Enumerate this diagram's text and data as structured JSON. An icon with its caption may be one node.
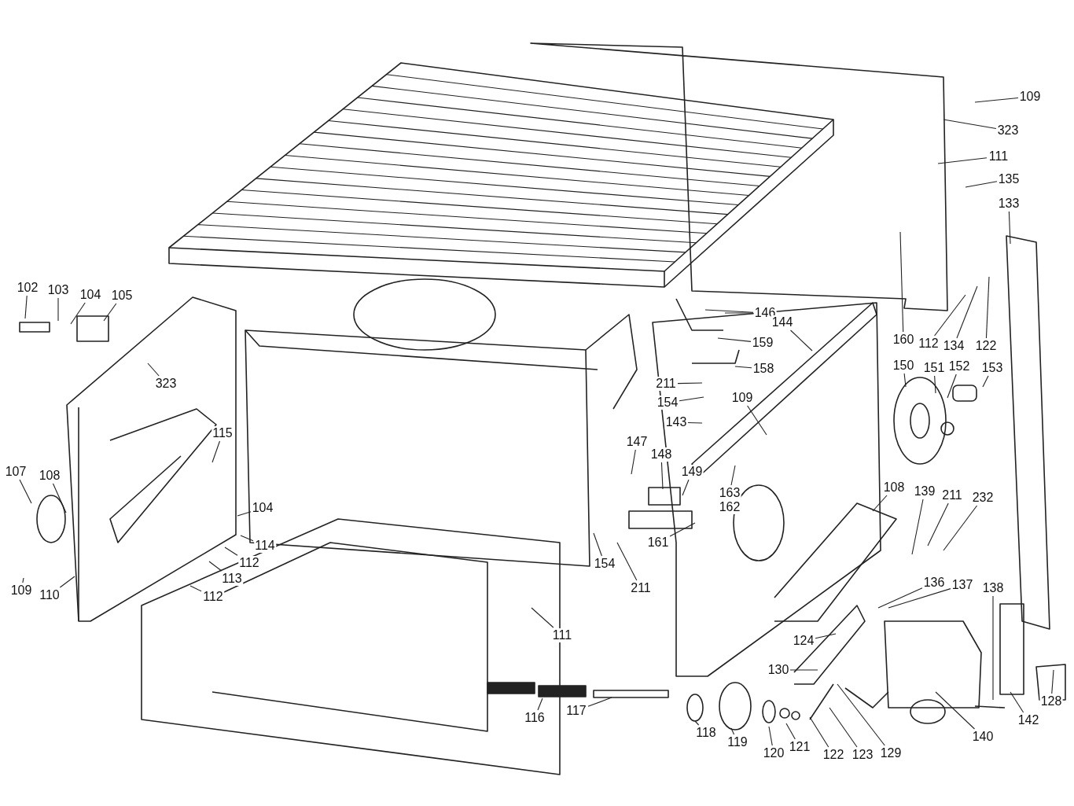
{
  "diagram": {
    "nodes": [
      {
        "text": [
          "102"
        ]
      },
      {
        "text": [
          "103"
        ]
      },
      {
        "text": [
          "104"
        ]
      },
      {
        "text": [
          "105"
        ]
      },
      {
        "text": [
          "323"
        ]
      },
      {
        "text": [
          "115"
        ]
      },
      {
        "text": [
          "107"
        ]
      },
      {
        "text": [
          "108"
        ]
      },
      {
        "text": [
          "104"
        ]
      },
      {
        "text": [
          "114"
        ]
      },
      {
        "text": [
          "112"
        ]
      },
      {
        "text": [
          "113"
        ]
      },
      {
        "text": [
          "112"
        ]
      },
      {
        "text": [
          "109"
        ]
      },
      {
        "text": [
          "110"
        ]
      },
      {
        "text": [
          "147"
        ]
      },
      {
        "text": [
          "148"
        ]
      },
      {
        "text": [
          "149"
        ]
      },
      {
        "text": [
          "146"
        ]
      },
      {
        "text": [
          "159"
        ]
      },
      {
        "text": [
          "158"
        ]
      },
      {
        "text": [
          "211"
        ]
      },
      {
        "text": [
          "154"
        ]
      },
      {
        "text": [
          "143"
        ]
      },
      {
        "text": [
          "109"
        ]
      },
      {
        "text": [
          "163"
        ]
      },
      {
        "text": [
          "161"
        ]
      },
      {
        "text": [
          "154"
        ]
      },
      {
        "text": [
          "211"
        ]
      },
      {
        "text": [
          "144"
        ]
      },
      {
        "text": [
          "109"
        ]
      },
      {
        "text": [
          "323"
        ]
      },
      {
        "text": [
          "111"
        ]
      },
      {
        "text": [
          "135"
        ]
      },
      {
        "text": [
          "133"
        ]
      },
      {
        "text": [
          "160"
        ]
      },
      {
        "text": [
          "112"
        ]
      },
      {
        "text": [
          "134"
        ]
      },
      {
        "text": [
          "122"
        ]
      },
      {
        "text": [
          "150"
        ]
      },
      {
        "text": [
          "151"
        ]
      },
      {
        "text": [
          "152"
        ]
      },
      {
        "text": [
          "153"
        ]
      },
      {
        "text": [
          "108"
        ]
      },
      {
        "text": [
          "139"
        ]
      },
      {
        "text": [
          "211"
        ]
      },
      {
        "text": [
          "232"
        ]
      },
      {
        "text": [
          "136"
        ]
      },
      {
        "text": [
          "137"
        ]
      },
      {
        "text": [
          "138"
        ]
      },
      {
        "text": [
          "124"
        ]
      },
      {
        "text": [
          "130"
        ]
      },
      {
        "text": [
          "128"
        ]
      },
      {
        "text": [
          "142"
        ]
      },
      {
        "text": [
          "140"
        ]
      },
      {
        "text": [
          "129"
        ]
      },
      {
        "text": [
          "123"
        ]
      },
      {
        "text": [
          "122"
        ]
      },
      {
        "text": [
          "121"
        ]
      },
      {
        "text": [
          "120"
        ]
      },
      {
        "text": [
          "119"
        ]
      },
      {
        "text": [
          "118"
        ]
      },
      {
        "text": [
          "117"
        ]
      },
      {
        "text": [
          "116"
        ]
      },
      {
        "text": [
          "111"
        ]
      },
      {
        "text": [
          "162"
        ]
      }
    ],
    "edges": [
      {
        "from": 0,
        "to": null,
        "arrow": "none"
      },
      {
        "from": 1,
        "to": null,
        "arrow": "none"
      },
      {
        "from": 2,
        "to": null,
        "arrow": "none"
      },
      {
        "from": 3,
        "to": null,
        "arrow": "none"
      },
      {
        "from": 4,
        "to": null,
        "arrow": "none"
      },
      {
        "from": 5,
        "to": null,
        "arrow": "none"
      },
      {
        "from": 6,
        "to": null,
        "arrow": "none"
      },
      {
        "from": 7,
        "to": null,
        "arrow": "none"
      },
      {
        "from": 8,
        "to": null,
        "arrow": "none"
      },
      {
        "from": 9,
        "to": null,
        "arrow": "none"
      },
      {
        "from": 10,
        "to": null,
        "arrow": "none"
      },
      {
        "from": 11,
        "to": null,
        "arrow": "none"
      },
      {
        "from": 12,
        "to": null,
        "arrow": "none"
      },
      {
        "from": 13,
        "to": null,
        "arrow": "none"
      },
      {
        "from": 14,
        "to": null,
        "arrow": "none"
      },
      {
        "from": 15,
        "to": null,
        "arrow": "none"
      },
      {
        "from": 16,
        "to": null,
        "arrow": "none"
      },
      {
        "from": 17,
        "to": null,
        "arrow": "none"
      },
      {
        "from": 18,
        "to": null,
        "arrow": "none"
      },
      {
        "from": 18,
        "to": null,
        "arrow": "none"
      },
      {
        "from": 19,
        "to": null,
        "arrow": "none"
      },
      {
        "from": 20,
        "to": null,
        "arrow": "none"
      },
      {
        "from": 21,
        "to": null,
        "arrow": "none"
      },
      {
        "from": 22,
        "to": null,
        "arrow": "none"
      },
      {
        "from": 23,
        "to": null,
        "arrow": "none"
      },
      {
        "from": 24,
        "to": null,
        "arrow": "none"
      },
      {
        "from": 25,
        "to": null,
        "arrow": "none"
      },
      {
        "from": 26,
        "to": null,
        "arrow": "none"
      },
      {
        "from": 27,
        "to": null,
        "arrow": "none"
      },
      {
        "from": 28,
        "to": null,
        "arrow": "none"
      },
      {
        "from": 29,
        "to": null,
        "arrow": "none"
      },
      {
        "from": 30,
        "to": null,
        "arrow": "none"
      },
      {
        "from": 31,
        "to": null,
        "arrow": "none"
      },
      {
        "from": 32,
        "to": null,
        "arrow": "none"
      },
      {
        "from": 33,
        "to": null,
        "arrow": "none"
      },
      {
        "from": 34,
        "to": null,
        "arrow": "none"
      },
      {
        "from": 35,
        "to": null,
        "arrow": "none"
      },
      {
        "from": 36,
        "to": null,
        "arrow": "none"
      },
      {
        "from": 37,
        "to": null,
        "arrow": "none"
      },
      {
        "from": 38,
        "to": null,
        "arrow": "none"
      },
      {
        "from": 39,
        "to": null,
        "arrow": "none"
      },
      {
        "from": 40,
        "to": null,
        "arrow": "none"
      },
      {
        "from": 41,
        "to": null,
        "arrow": "none"
      },
      {
        "from": 42,
        "to": null,
        "arrow": "none"
      },
      {
        "from": 43,
        "to": null,
        "arrow": "none"
      },
      {
        "from": 44,
        "to": null,
        "arrow": "none"
      },
      {
        "from": 45,
        "to": null,
        "arrow": "none"
      },
      {
        "from": 46,
        "to": null,
        "arrow": "none"
      },
      {
        "from": 47,
        "to": null,
        "arrow": "none"
      },
      {
        "from": 48,
        "to": null,
        "arrow": "none"
      },
      {
        "from": 49,
        "to": null,
        "arrow": "none"
      },
      {
        "from": 50,
        "to": null,
        "arrow": "none"
      },
      {
        "from": 51,
        "to": null,
        "arrow": "none"
      },
      {
        "from": 52,
        "to": null,
        "arrow": "none"
      },
      {
        "from": 53,
        "to": null,
        "arrow": "none"
      },
      {
        "from": 54,
        "to": null,
        "arrow": "none"
      },
      {
        "from": 55,
        "to": null,
        "arrow": "none"
      },
      {
        "from": 56,
        "to": null,
        "arrow": "none"
      },
      {
        "from": 57,
        "to": null,
        "arrow": "none"
      },
      {
        "from": 58,
        "to": null,
        "arrow": "none"
      },
      {
        "from": 59,
        "to": null,
        "arrow": "none"
      },
      {
        "from": 60,
        "to": null,
        "arrow": "none"
      },
      {
        "from": 61,
        "to": null,
        "arrow": "none"
      },
      {
        "from": 62,
        "to": null,
        "arrow": "none"
      },
      {
        "from": 63,
        "to": null,
        "arrow": "none"
      },
      {
        "from": 64,
        "to": null,
        "arrow": "none"
      }
    ],
    "labels": []
  }
}
